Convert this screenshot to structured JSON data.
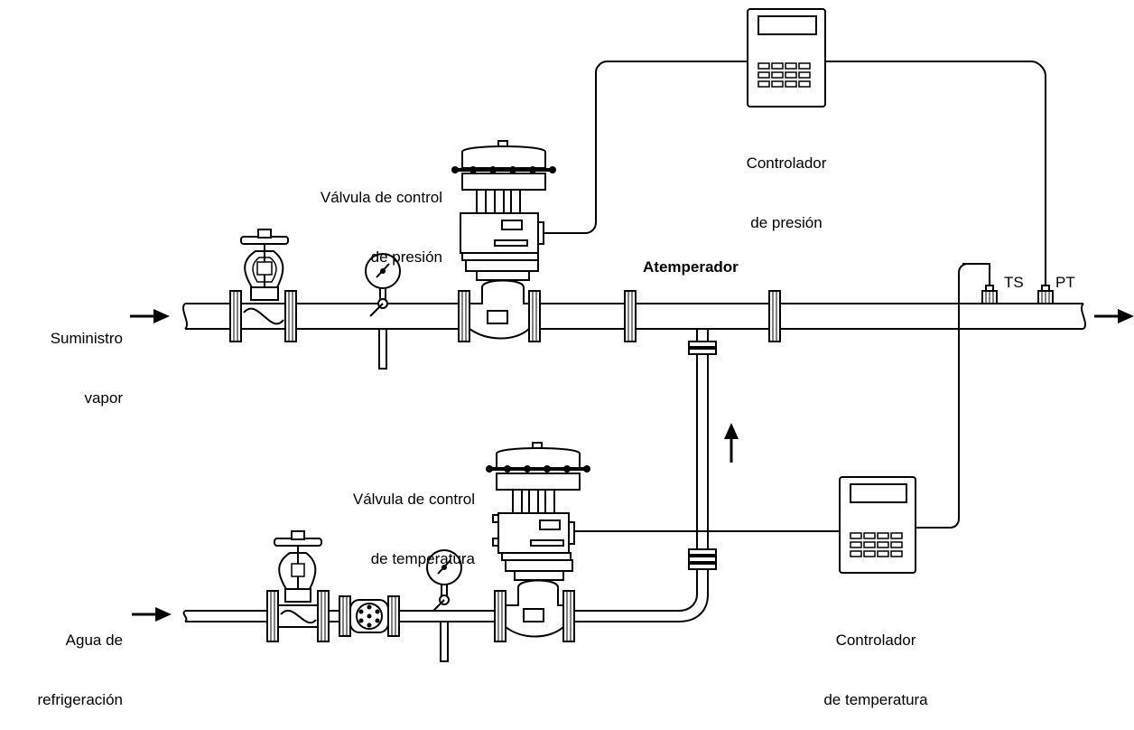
{
  "labels": {
    "pressure_controller": [
      "Controlador",
      "de presión"
    ],
    "pressure_valve": [
      "Válvula de control",
      "de presión"
    ],
    "steam_supply": [
      "Suministro",
      "vapor"
    ],
    "desuperheater": "Atemperador",
    "ts": "TS",
    "pt": "PT",
    "temperature_valve": [
      "Válvula de control",
      "de temperatura"
    ],
    "cooling_water": [
      "Agua de",
      "refrigeración"
    ],
    "temperature_controller": [
      "Controlador",
      "de temperatura"
    ]
  }
}
